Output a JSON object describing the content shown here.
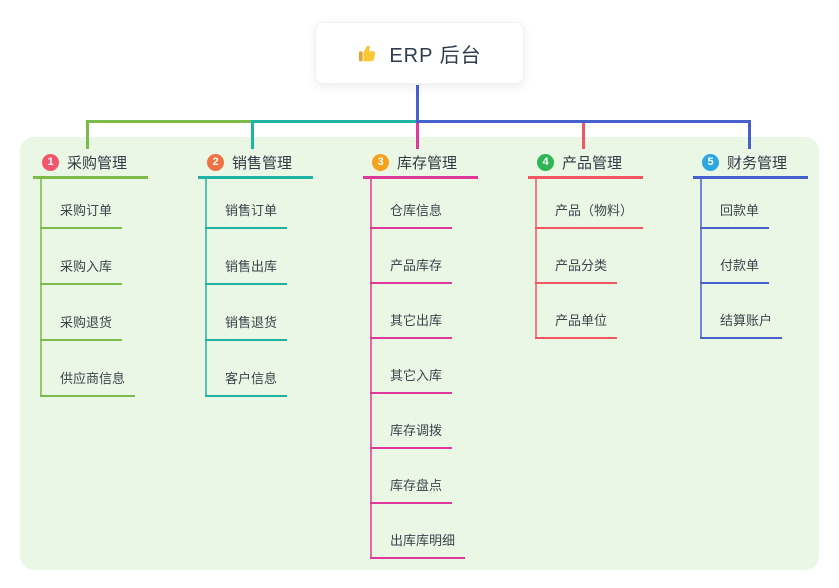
{
  "root": {
    "icon": "thumbs-up",
    "label": "ERP 后台"
  },
  "branches": [
    {
      "number": "1",
      "title": "采购管理",
      "badge_color": "#f1566d",
      "line_color": "#7cba4a",
      "children": [
        "采购订单",
        "采购入库",
        "采购退货",
        "供应商信息"
      ]
    },
    {
      "number": "2",
      "title": "销售管理",
      "badge_color": "#f07243",
      "line_color": "#1eb3a4",
      "children": [
        "销售订单",
        "销售出库",
        "销售退货",
        "客户信息"
      ]
    },
    {
      "number": "3",
      "title": "库存管理",
      "badge_color": "#f6a21d",
      "line_color": "#df3a99",
      "children": [
        "仓库信息",
        "产品库存",
        "其它出库",
        "其它入库",
        "库存调拨",
        "库存盘点",
        "出库库明细"
      ]
    },
    {
      "number": "4",
      "title": "产品管理",
      "badge_color": "#2eb554",
      "line_color": "#f25663",
      "children": [
        "产品（物料）",
        "产品分类",
        "产品单位"
      ]
    },
    {
      "number": "5",
      "title": "财务管理",
      "badge_color": "#2ea6e2",
      "line_color": "#4760cf",
      "children": [
        "回款单",
        "付款单",
        "结算账户"
      ]
    }
  ],
  "colors": {
    "canvas_bg": "#ffffff",
    "card_bg": "#ebf7e5",
    "root_stem": "#4760cf",
    "title_text": "#333947",
    "child_text": "#3d434d"
  }
}
